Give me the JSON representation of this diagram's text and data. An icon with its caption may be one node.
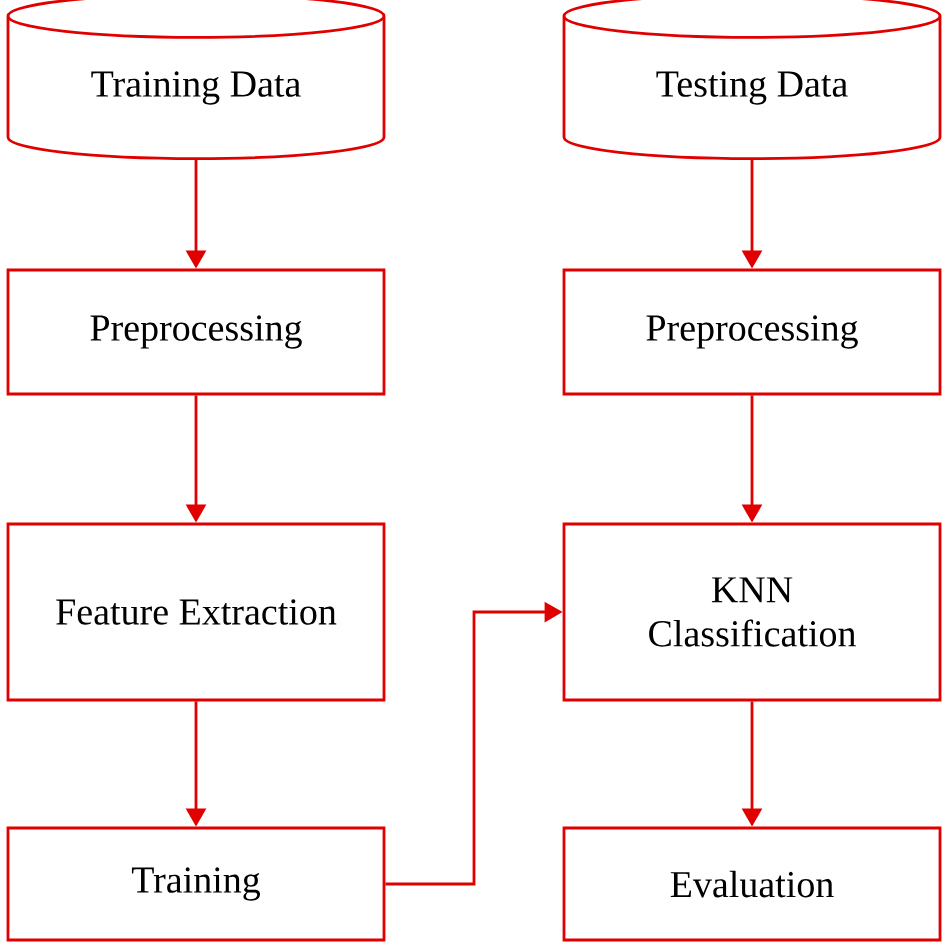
{
  "diagram": {
    "nodes": [
      {
        "text": [
          "Training Data"
        ]
      },
      {
        "text": [
          "Preprocessing"
        ]
      },
      {
        "text": [
          "Feature Extraction"
        ]
      },
      {
        "text": [
          "Training"
        ]
      },
      {
        "text": [
          "Testing Data"
        ]
      },
      {
        "text": [
          "Preprocessing"
        ]
      },
      {
        "text": [
          "KNN Classification"
        ]
      },
      {
        "text": [
          "Evaluation"
        ]
      }
    ],
    "edges": [
      {
        "from": 0,
        "to": 1,
        "arrow": "to"
      },
      {
        "from": 1,
        "to": 2,
        "arrow": "to"
      },
      {
        "from": 2,
        "to": 3,
        "arrow": "to"
      },
      {
        "from": 4,
        "to": 5,
        "arrow": "to"
      },
      {
        "from": 5,
        "to": 6,
        "arrow": "to"
      },
      {
        "from": 6,
        "to": 7,
        "arrow": "to"
      },
      {
        "from": 3,
        "to": 6,
        "arrow": "to"
      }
    ]
  }
}
